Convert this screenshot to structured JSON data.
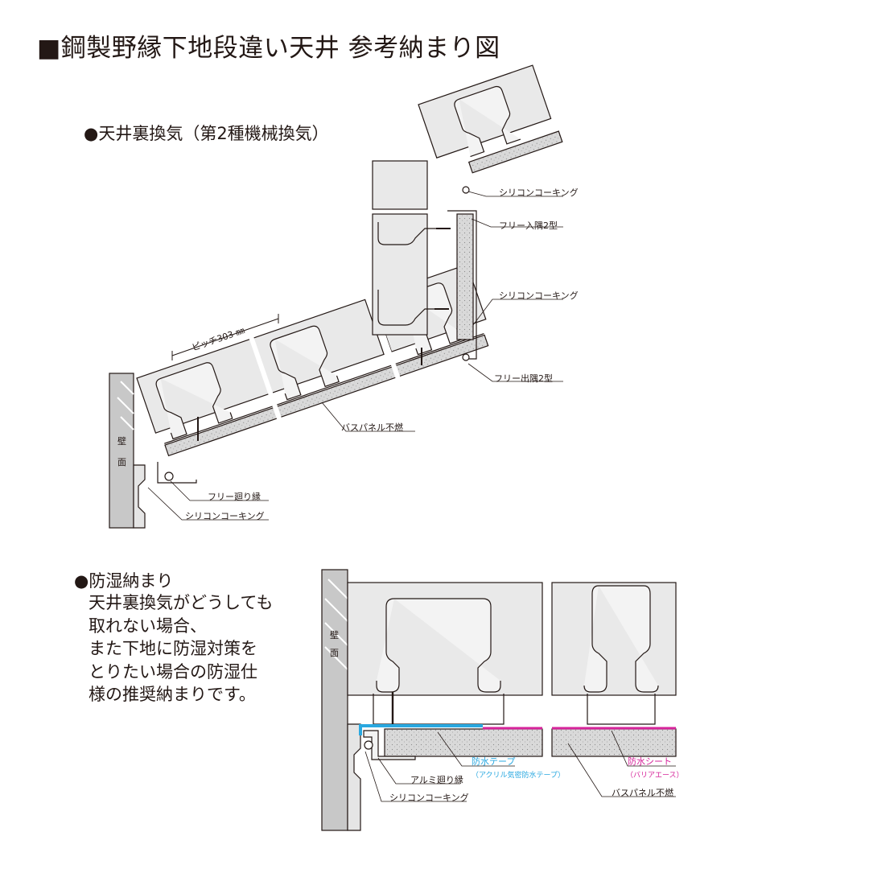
{
  "title": "■鋼製野縁下地段違い天井 参考納まり図",
  "section1": {
    "heading": "●天井裏換気（第2種機械換気）",
    "wall_label": [
      "壁",
      "面"
    ],
    "labels": {
      "caulk_top": "シリコンコーキング",
      "inner_corner": "フリー入隅2型",
      "caulk_mid": "シリコンコーキング",
      "outer_corner": "フリー出隅2型",
      "panel": "バスパネル不燃",
      "pitch": "ピッチ303 ㎜",
      "edge": "フリー廻り縁",
      "caulk_bottom": "シリコンコーキング"
    }
  },
  "section2": {
    "heading": "●防湿納まり",
    "description": [
      "天井裏換気がどうしても",
      "取れない場合、",
      "また下地に防湿対策を",
      "とりたい場合の防湿仕",
      "様の推奨納まりです。"
    ],
    "wall_label": [
      "壁",
      "面"
    ],
    "labels": {
      "tape": "防水テープ",
      "tape_sub": "（アクリル気密防水テープ）",
      "sheet": "防水シート",
      "sheet_sub": "（バリアエース）",
      "edge": "アルミ廻り縁",
      "caulk": "シリコンコーキング",
      "panel": "バスパネル不燃"
    }
  },
  "colors": {
    "line": "#231815",
    "steel": "#e9e9e9",
    "panel": "#d6d6d6",
    "wall": "#c8c8c8",
    "tape": "#29a8e0",
    "sheet": "#d6249a"
  }
}
